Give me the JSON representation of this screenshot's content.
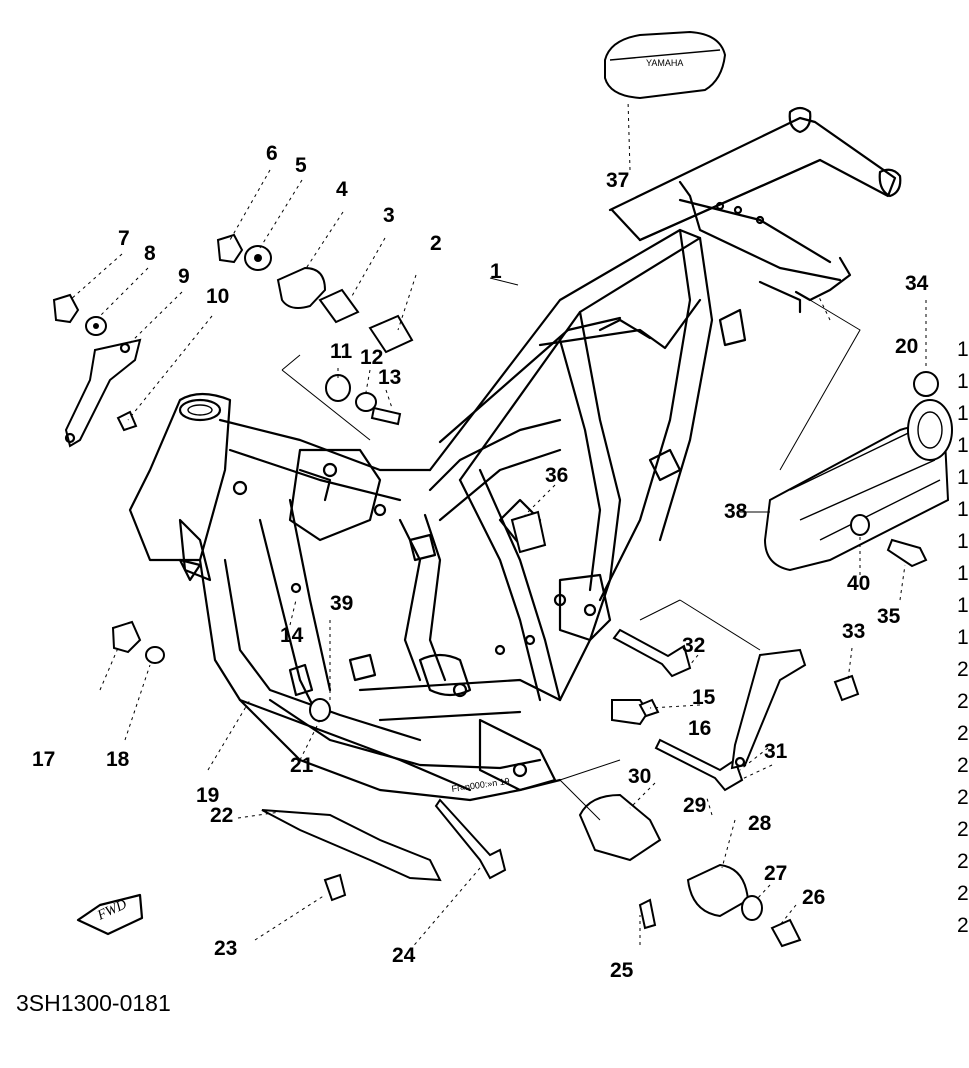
{
  "diagram": {
    "part_code": "3SH1300-0181",
    "fwd_label": "FWD",
    "frame_stamp": "Fr«n000:»n 19",
    "cover_text": "YAMAHA",
    "callouts": [
      {
        "id": "1",
        "label": "1"
      },
      {
        "id": "2",
        "label": "2"
      },
      {
        "id": "3",
        "label": "3"
      },
      {
        "id": "4",
        "label": "4"
      },
      {
        "id": "5",
        "label": "5"
      },
      {
        "id": "6",
        "label": "6"
      },
      {
        "id": "7",
        "label": "7"
      },
      {
        "id": "8",
        "label": "8"
      },
      {
        "id": "9",
        "label": "9"
      },
      {
        "id": "10",
        "label": "10"
      },
      {
        "id": "11",
        "label": "11"
      },
      {
        "id": "12",
        "label": "12"
      },
      {
        "id": "13",
        "label": "13"
      },
      {
        "id": "14",
        "label": "14"
      },
      {
        "id": "15",
        "label": "15"
      },
      {
        "id": "16",
        "label": "16"
      },
      {
        "id": "17",
        "label": "17"
      },
      {
        "id": "18",
        "label": "18"
      },
      {
        "id": "19",
        "label": "19"
      },
      {
        "id": "20",
        "label": "20"
      },
      {
        "id": "21",
        "label": "21"
      },
      {
        "id": "22",
        "label": "22"
      },
      {
        "id": "23",
        "label": "23"
      },
      {
        "id": "24",
        "label": "24"
      },
      {
        "id": "25",
        "label": "25"
      },
      {
        "id": "26",
        "label": "26"
      },
      {
        "id": "27",
        "label": "27"
      },
      {
        "id": "28",
        "label": "28"
      },
      {
        "id": "29",
        "label": "29"
      },
      {
        "id": "30",
        "label": "30"
      },
      {
        "id": "31",
        "label": "31"
      },
      {
        "id": "32",
        "label": "32"
      },
      {
        "id": "33",
        "label": "33"
      },
      {
        "id": "34",
        "label": "34"
      },
      {
        "id": "35",
        "label": "35"
      },
      {
        "id": "36",
        "label": "36"
      },
      {
        "id": "37",
        "label": "37"
      },
      {
        "id": "38",
        "label": "38"
      },
      {
        "id": "39",
        "label": "39"
      },
      {
        "id": "40",
        "label": "40"
      }
    ],
    "edge_refs": [
      "1",
      "1",
      "1",
      "1",
      "1",
      "1",
      "1",
      "1",
      "1",
      "1",
      "2",
      "2",
      "2",
      "2",
      "2",
      "2",
      "2",
      "2",
      "2"
    ]
  }
}
